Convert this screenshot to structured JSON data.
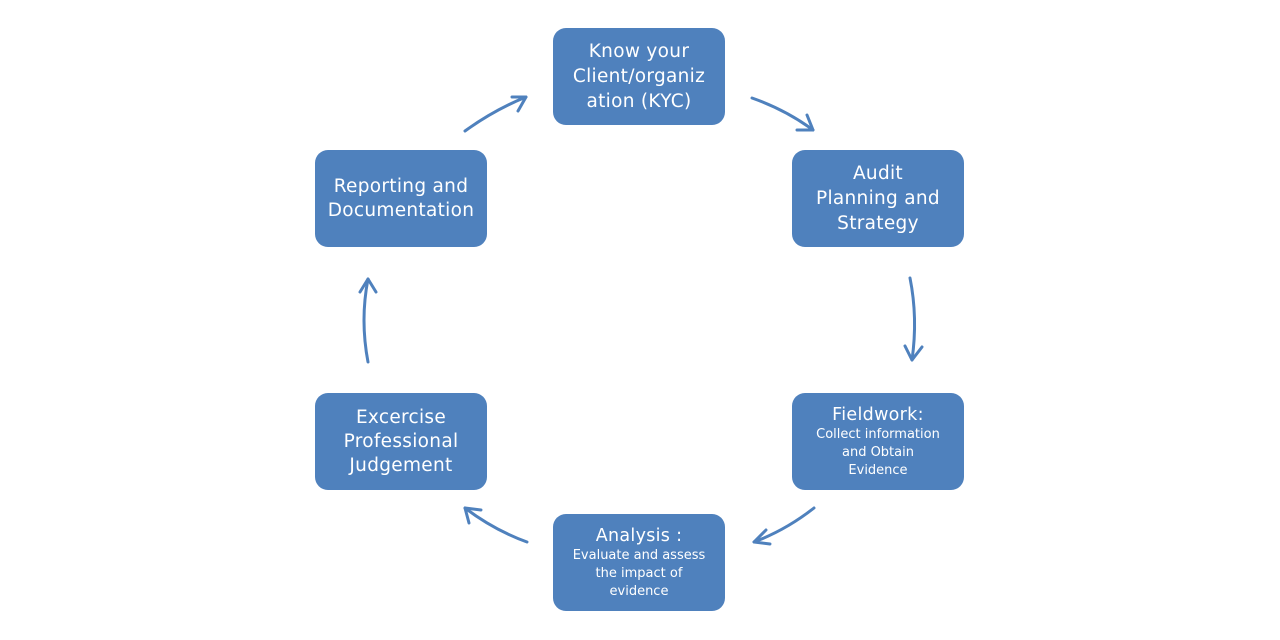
{
  "diagram": {
    "steps": {
      "kyc": {
        "text": "Know your\nClient/organiz\nation (KYC)"
      },
      "planning": {
        "text": "Audit\nPlanning and\nStrategy"
      },
      "fieldwork": {
        "heading": "Fieldwork:",
        "detail": "Collect information\nand Obtain\nEvidence"
      },
      "analysis": {
        "heading": "Analysis :",
        "detail": "Evaluate and assess\nthe impact of\nevidence"
      },
      "judgement": {
        "text": "Excercise\nProfessional\nJudgement"
      },
      "reporting": {
        "text": "Reporting and\nDocumentation"
      }
    },
    "colors": {
      "box_fill": "#4f81bd",
      "box_text": "#ffffff",
      "arrow": "#4f81bd"
    }
  }
}
